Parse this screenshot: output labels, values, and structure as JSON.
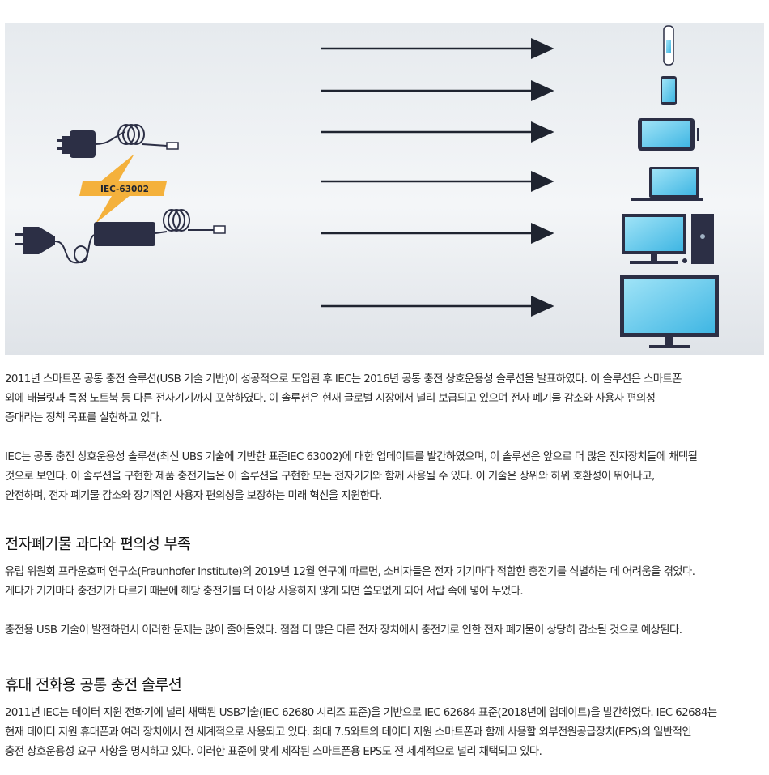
{
  "figure": {
    "standard_label": "IEC-63002"
  },
  "section_intro": {
    "p1": [
      "2011년 스마트폰 공통 충전 솔루션(USB 기술 기반)이 성공적으로 도입된 후 IEC는 2016년 공통 충전 상호운용성 솔루션을 발표하였다. 이 솔루션은 스마트폰",
      "외에 태블릿과 특정 노트북 등 다른 전자기기까지 포함하였다. 이 솔루션은 현재 글로벌 시장에서 널리 보급되고 있으며 전자 폐기물 감소와 사용자 편의성",
      "증대라는 정책 목표를 실현하고 있다."
    ],
    "p2": [
      "IEC는 공통 충전 상호운용성 솔루션(최신 UBS 기술에 기반한 표준IEC 63002)에 대한 업데이트를 발간하였으며, 이 솔루션은 앞으로 더 많은 전자장치들에 채택될",
      "것으로 보인다. 이 솔루션을 구현한 제품 충전기들은 이 솔루션을 구현한 모든 전자기기와 함께 사용될 수 있다. 이 기술은 상위와 하위 호환성이 뛰어나고,",
      "안전하며, 전자 폐기물 감소와 장기적인 사용자 편의성을 보장하는 미래 혁신을 지원한다."
    ]
  },
  "section_waste": {
    "heading": "전자폐기물 과다와 편의성 부족",
    "p1": [
      "유럽 위원회 프라운호퍼 연구소(Fraunhofer Institute)의 2019년 12월 연구에 따르면, 소비자들은 전자 기기마다 적합한 충전기를 식별하는 데 어려움을 겪었다.",
      "게다가 기기마다 충전기가 다르기 때문에 해당 충전기를 더 이상 사용하지 않게 되면 쓸모없게 되어 서랍 속에 넣어 두었다."
    ],
    "p2": [
      "충전용 USB 기술이 발전하면서 이러한 문제는 많이 줄어들었다. 점점 더 많은 다른 전자 장치에서 충전기로 인한 전자 폐기물이 상당히 감소될 것으로 예상된다."
    ]
  },
  "section_mobile": {
    "heading": "휴대 전화용 공통 충전 솔루션",
    "p1": [
      "2011년 IEC는 데이터 지원 전화기에 널리 채택된 USB기술(IEC 62680 시리즈 표준)을 기반으로 IEC 62684  표준(2018년에 업데이트)을 발간하였다. IEC 62684는",
      "현재 데이터 지원 휴대폰과 여러 장치에서 전 세계적으로 사용되고 있다. 최대 7.5와트의 데이터 지원 스마트폰과 함께 사용할 외부전원공급장치(EPS)의 일반적인",
      "충전 상호운용성 요구 사항을 명시하고 있다. 이러한 표준에 맞게 제작된 스마트폰용 EPS도 전 세계적으로 널리 채택되고 있다."
    ]
  }
}
